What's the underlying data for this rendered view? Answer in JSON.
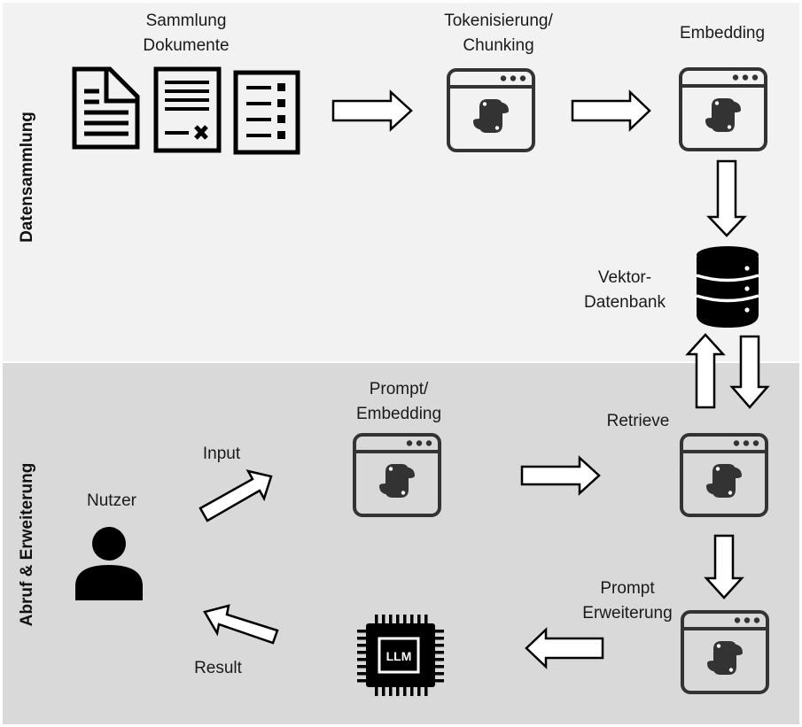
{
  "sections": {
    "top": "Datensammlung",
    "bottom": "Abruf & Erweiterung"
  },
  "labels": {
    "collection": "Sammlung\nDokumente",
    "tokenization": "Tokenisierung/\nChunking",
    "embedding": "Embedding",
    "vector_db": "Vektor-\nDatenbank",
    "prompt_embedding": "Prompt/\nEmbedding",
    "retrieve": "Retrieve",
    "user": "Nutzer",
    "input": "Input",
    "result": "Result",
    "prompt_extension": "Prompt\nErweiterung"
  },
  "llm_chip_text": "LLM"
}
